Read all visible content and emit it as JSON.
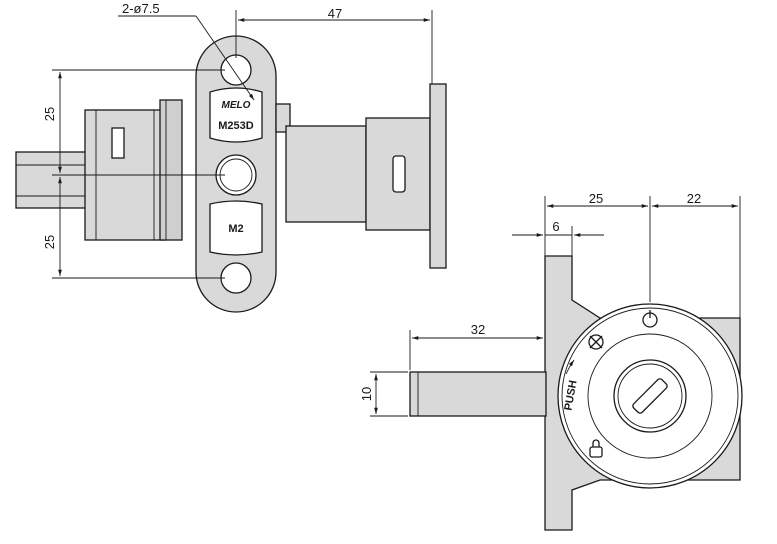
{
  "brand_mark": "MELO",
  "model": "M253D",
  "key_code": "M2",
  "button_label": "PUSH",
  "dimensions": {
    "holes": "2-ø7.5",
    "length_flange": "47",
    "spacing_upper": "25",
    "spacing_lower": "25",
    "offset_25": "25",
    "offset_22": "22",
    "thickness_6": "6",
    "stem_length": "32",
    "stem_dia": "10"
  },
  "colors": {
    "body": "#d9d9d9",
    "line": "#1a1a1a"
  }
}
